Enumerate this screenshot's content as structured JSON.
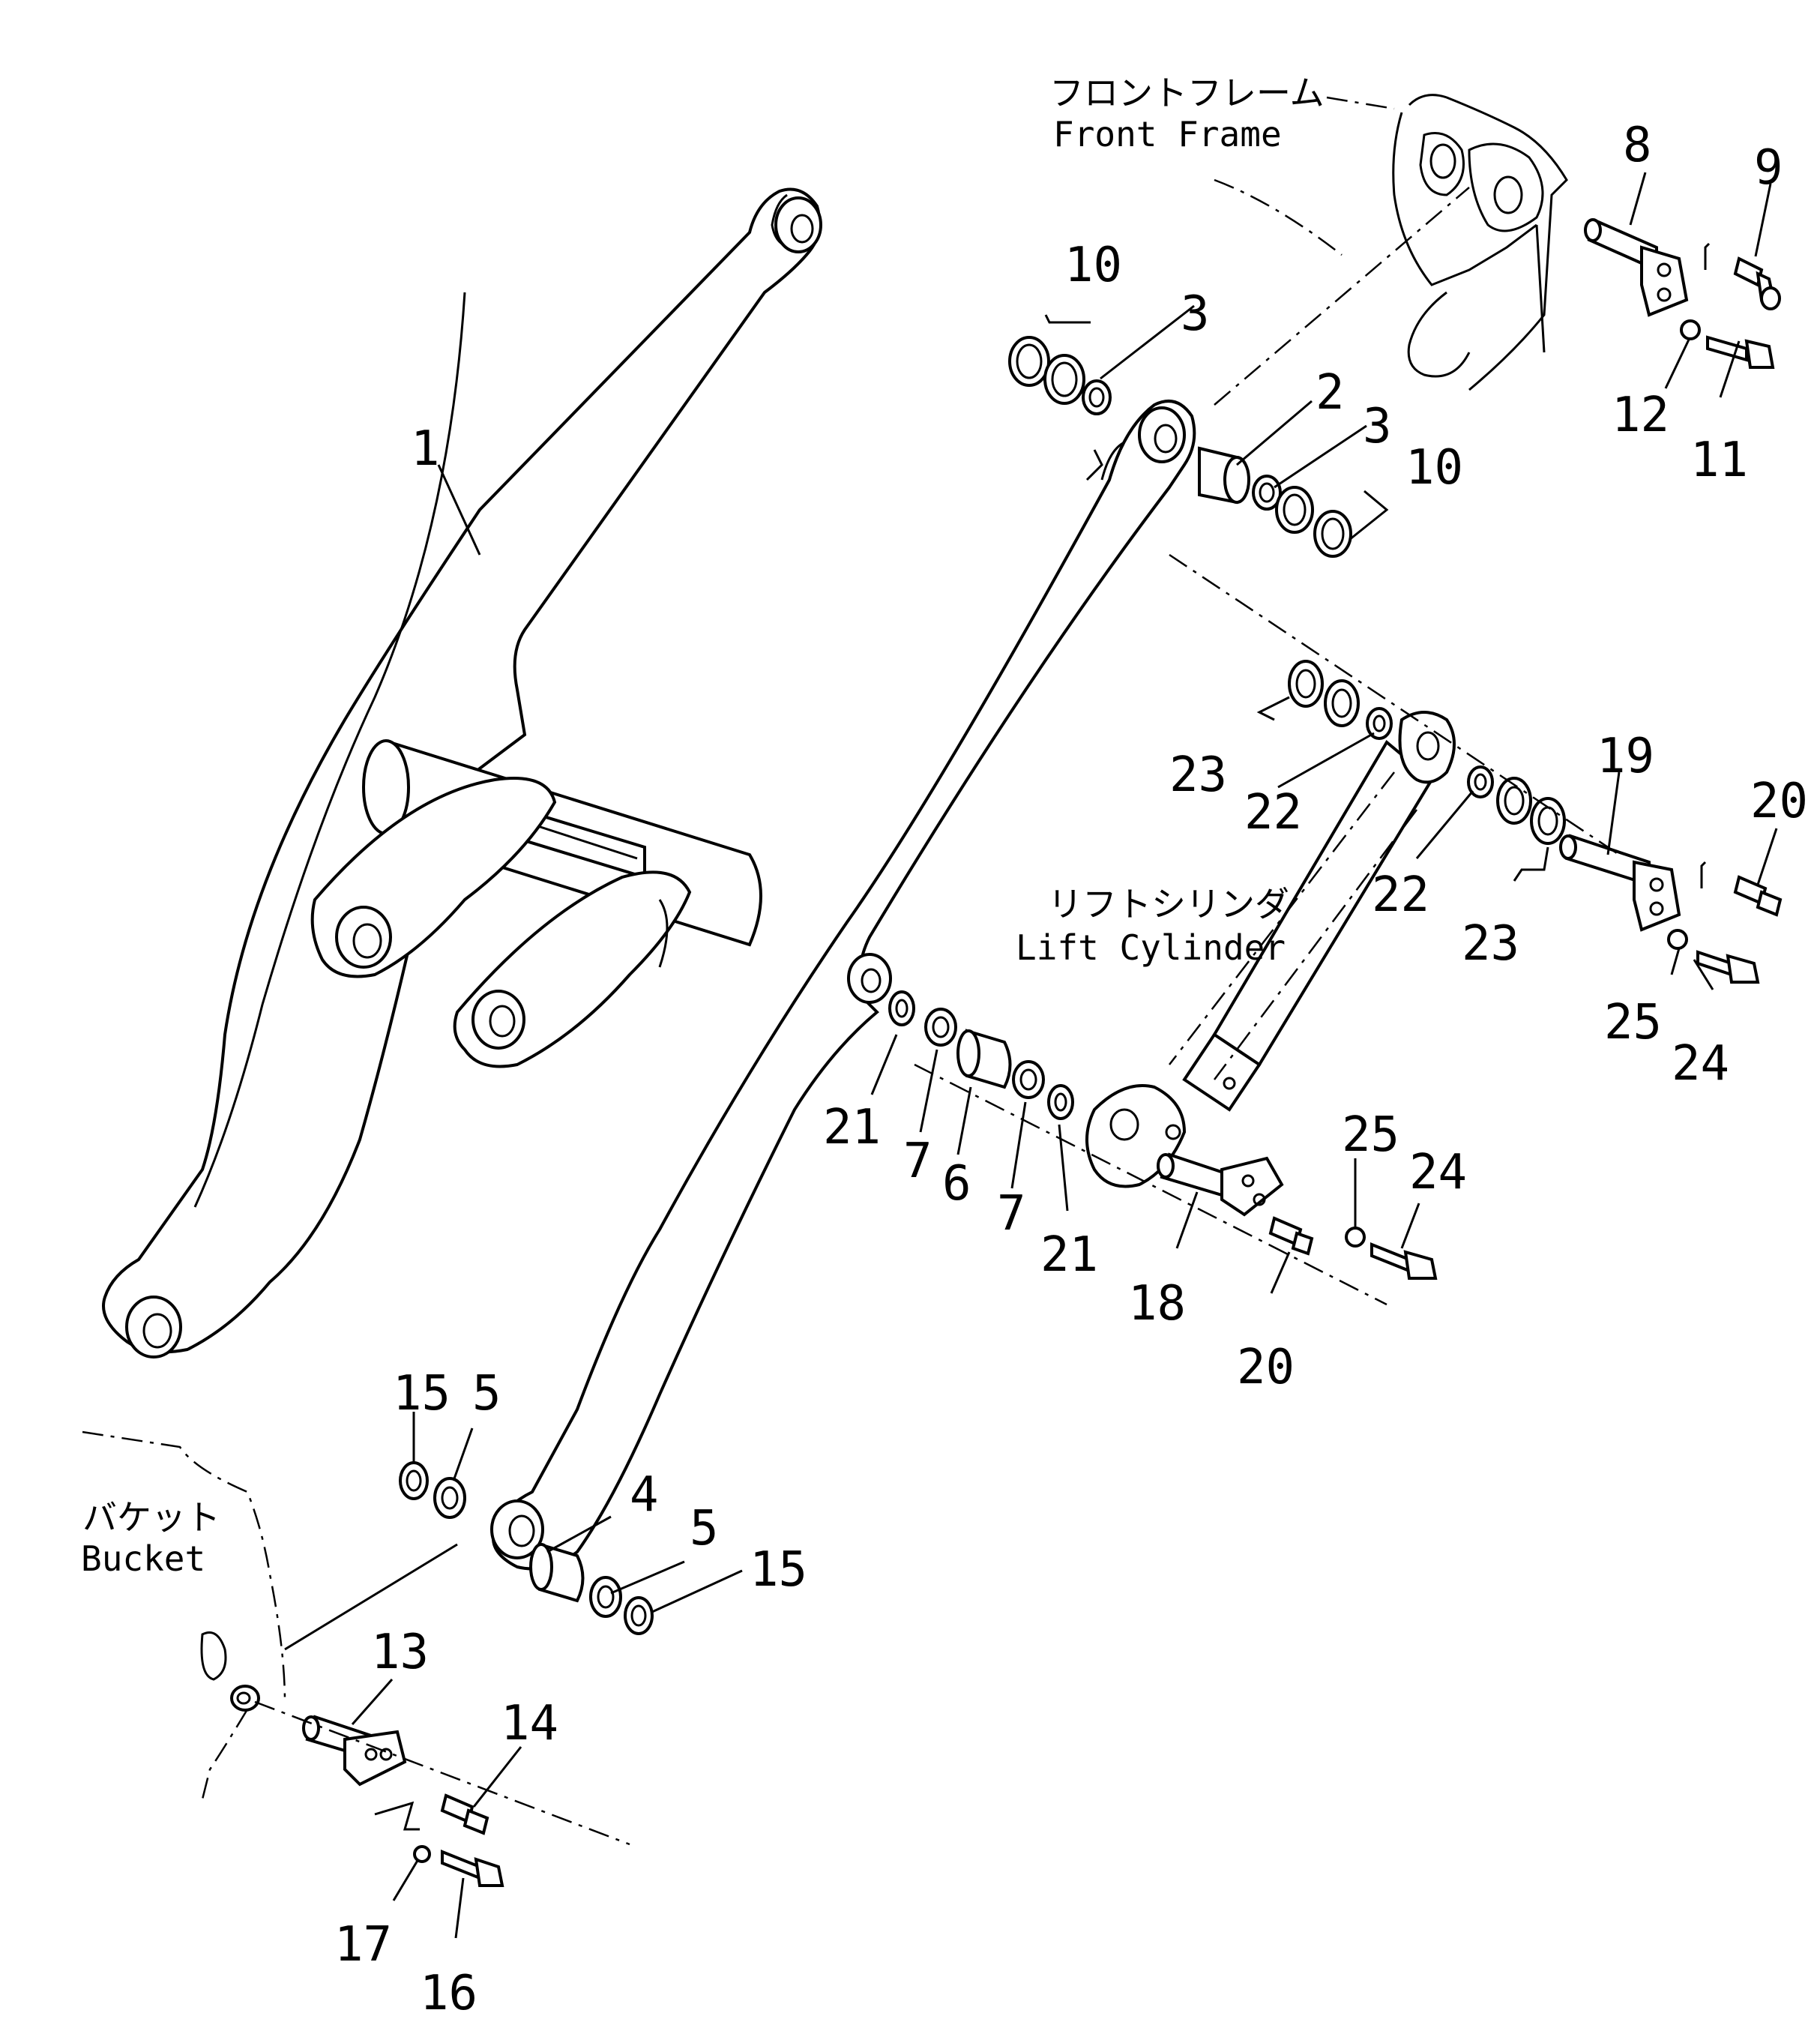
{
  "labels": {
    "front_frame_jp": "フロントフレーム",
    "front_frame_en": "Front Frame",
    "lift_cylinder_jp": "リフトシリンダ",
    "lift_cylinder_en": "Lift Cylinder",
    "bucket_jp": "バケット",
    "bucket_en": "Bucket"
  },
  "callouts": {
    "p1": "1",
    "p2": "2",
    "p3a": "3",
    "p3b": "3",
    "p4": "4",
    "p5a": "5",
    "p5b": "5",
    "p6": "6",
    "p7a": "7",
    "p7b": "7",
    "p8": "8",
    "p9": "9",
    "p10a": "10",
    "p10b": "10",
    "p11": "11",
    "p12": "12",
    "p13": "13",
    "p14": "14",
    "p15a": "15",
    "p15b": "15",
    "p16": "16",
    "p17": "17",
    "p18": "18",
    "p19": "19",
    "p20a": "20",
    "p20b": "20",
    "p21a": "21",
    "p21b": "21",
    "p22a": "22",
    "p22b": "22",
    "p23a": "23",
    "p23b": "23",
    "p24a": "24",
    "p24b": "24",
    "p25a": "25",
    "p25b": "25"
  }
}
